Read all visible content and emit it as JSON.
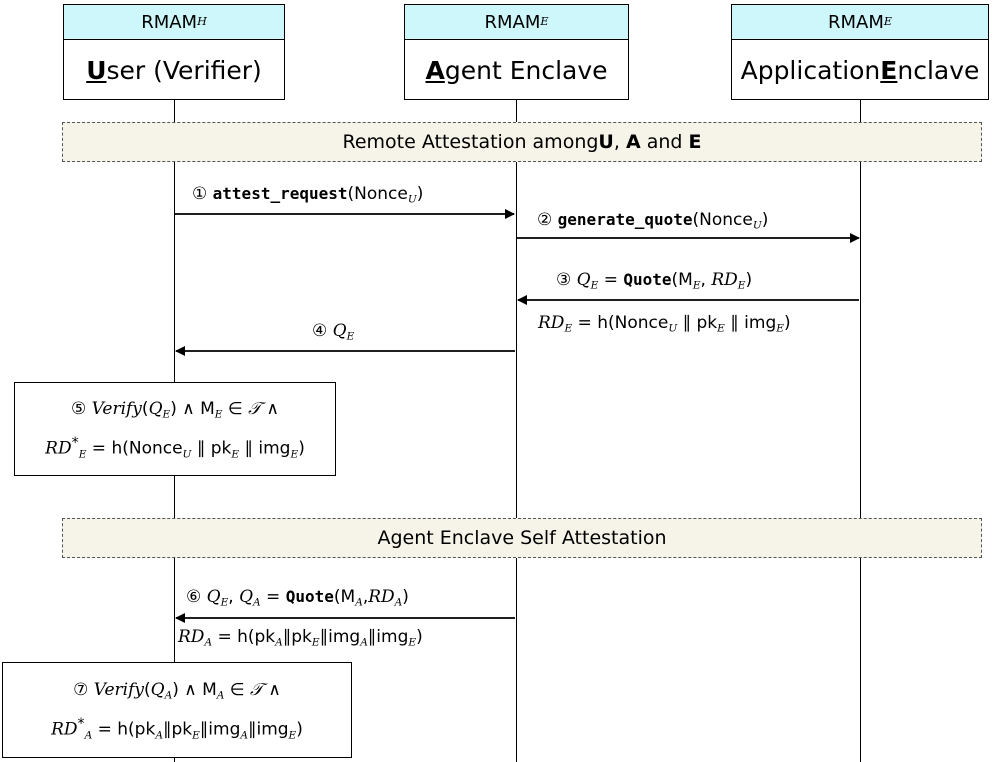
{
  "actors": [
    {
      "role": "RMAM",
      "role_sub": "H",
      "name_key": "U",
      "name_rest": "ser (Verifier)"
    },
    {
      "role": "RMAM",
      "role_sub": "E",
      "name_key": "A",
      "name_rest": "gent Enclave"
    },
    {
      "role": "RMAM",
      "role_sub": "E",
      "name_pre": "Application ",
      "name_key": "E",
      "name_rest": "nclave"
    }
  ],
  "sections": {
    "remote": {
      "pre": "Remote Attestation among ",
      "u": "U",
      "sep1": ", ",
      "a": "A",
      "sep2": " and ",
      "e": "E"
    },
    "self": {
      "text": "Agent Enclave Self Attestation"
    }
  },
  "messages": {
    "m1": {
      "num": "①",
      "fn": "attest_request",
      "arg": "Nonce",
      "arg_sub": "U"
    },
    "m2": {
      "num": "②",
      "fn": "generate_quote",
      "arg": "Nonce",
      "arg_sub": "U"
    },
    "m3": {
      "num": "③",
      "lhs": "Q",
      "lhs_sub": "E",
      "fn": "Quote",
      "arg1": "M",
      "arg1_sub": "E",
      "arg2": "RD",
      "arg2_sub": "E"
    },
    "m3_note": {
      "lhs": "RD",
      "lhs_sub": "E",
      "rhs": "= h(Nonce",
      "rhs_sub": "U",
      "rest": " ∥ pk",
      "rest_sub": "E",
      "rest2": " ∥ img",
      "rest2_sub": "E",
      "close": ")"
    },
    "m4": {
      "num": "④",
      "q": "Q",
      "q_sub": "E"
    },
    "m6": {
      "num": "⑥",
      "q1": "Q",
      "q1_sub": "E",
      "q2": "Q",
      "q2_sub": "A",
      "fn": "Quote",
      "arg1": "M",
      "arg1_sub": "A",
      "arg2": "RD",
      "arg2_sub": "A"
    },
    "m6_note": {
      "lhs": "RD",
      "lhs_sub": "A",
      "eq": " = h(pk",
      "s1": "A",
      "t2": "∥pk",
      "s2": "E",
      "t3": "∥img",
      "s3": "A",
      "t4": "∥img",
      "s4": "E",
      "close": ")"
    }
  },
  "verify": {
    "v5": {
      "num": "⑤",
      "fn": "Verify",
      "q": "Q",
      "q_sub": "E",
      "m": "M",
      "m_sub": "E",
      "set": "𝒯",
      "rd": "RD",
      "rd_sub": "E",
      "eq": " = h(Nonce",
      "s1": "U",
      "t2": " ∥ pk",
      "s2": "E",
      "t3": " ∥ img",
      "s3": "E",
      "close": ")"
    },
    "v7": {
      "num": "⑦",
      "fn": "Verify",
      "q": "Q",
      "q_sub": "A",
      "m": "M",
      "m_sub": "A",
      "set": "𝒯",
      "rd": "RD",
      "rd_sub": "A",
      "eq": " = h(pk",
      "s1": "A",
      "t2": "∥pk",
      "s2": "E",
      "t3": "∥img",
      "s3": "A",
      "t4": "∥img",
      "s4": "E",
      "close": ")"
    }
  }
}
